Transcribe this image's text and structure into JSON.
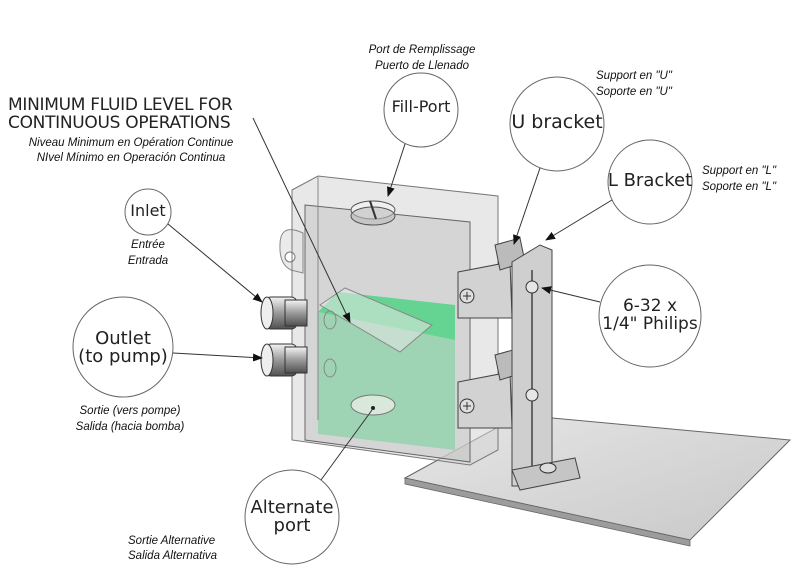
{
  "diagram": {
    "subject": "Fluid reservoir with mounting brackets",
    "colors": {
      "fluid": "#3fd27a",
      "housing": "#cfcfcf",
      "outline": "#555555",
      "plate": "#d9d9d9"
    },
    "callouts": {
      "fill_port": {
        "label": "Fill-Port",
        "fr": "Port de Remplissage",
        "es": "Puerto de Llenado"
      },
      "min_level": {
        "label_line1": "MINIMUM FLUID LEVEL FOR",
        "label_line2": "CONTINUOUS OPERATIONS",
        "fr": "Niveau Minimum en Opération Continue",
        "es": "NIvel Mínimo en Operación Continua"
      },
      "u_bracket": {
        "label": "U bracket",
        "fr": "Support en \"U\"",
        "es": "Soporte en \"U\""
      },
      "l_bracket": {
        "label": "L Bracket",
        "fr": "Support en \"L\"",
        "es": "Soporte en \"L\""
      },
      "inlet": {
        "label": "Inlet",
        "fr": "Entrée",
        "es": "Entrada"
      },
      "outlet": {
        "label_line1": "Outlet",
        "label_line2": "(to pump)",
        "fr": "Sortie (vers pompe)",
        "es": "Salida (hacia bomba)"
      },
      "screw": {
        "label_line1": "6-32 x",
        "label_line2": "1/4\" Philips"
      },
      "alternate_port": {
        "label_line1": "Alternate",
        "label_line2": "port",
        "fr": "Sortie Alternative",
        "es": "Salida Alternativa"
      }
    }
  }
}
